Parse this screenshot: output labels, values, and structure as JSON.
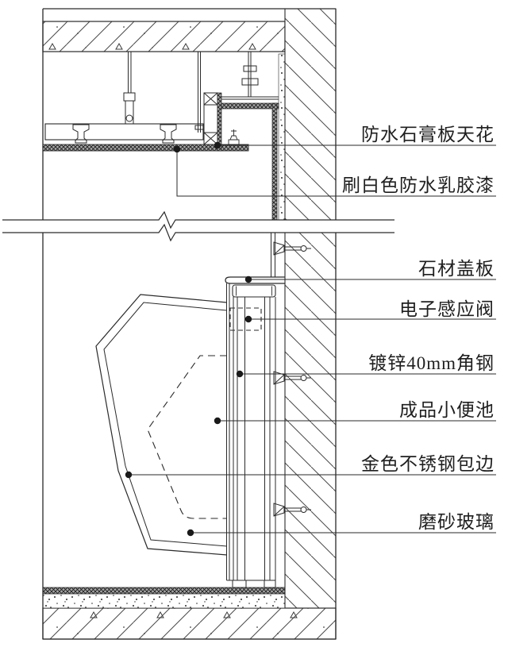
{
  "colors": {
    "line": "#2a2a2a",
    "hatch": "#4a4a4a",
    "dense_fill": "#9a9a9a",
    "background": "#ffffff"
  },
  "callouts": [
    {
      "text": "防水石膏板天花"
    },
    {
      "text": "刷白色防水乳胶漆"
    },
    {
      "text": "石材盖板"
    },
    {
      "text": "电子感应阀"
    },
    {
      "text": "镀锌40mm角钢"
    },
    {
      "text": "成品小便池"
    },
    {
      "text": "金色不锈钢包边"
    },
    {
      "text": "磨砂玻璃"
    }
  ]
}
